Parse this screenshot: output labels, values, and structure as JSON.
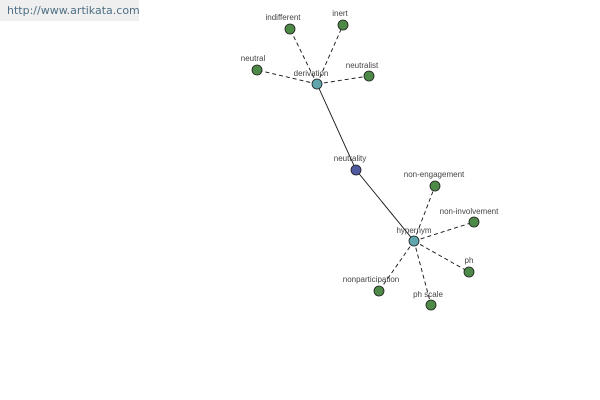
{
  "watermark": "http://www.artikata.com",
  "graph": {
    "colors": {
      "root": "#505aa0",
      "hub": "#62a6ad",
      "leaf": "#4e8a47",
      "edge": "#111111",
      "stroke": "#1d1d1d"
    },
    "nodes": [
      {
        "id": "neutrality",
        "label": "neutrality",
        "kind": "root"
      },
      {
        "id": "derivation",
        "label": "derivation",
        "kind": "hub"
      },
      {
        "id": "hypernym",
        "label": "hypernym",
        "kind": "hub"
      },
      {
        "id": "indifferent",
        "label": "indifferent",
        "kind": "leaf"
      },
      {
        "id": "inert",
        "label": "inert",
        "kind": "leaf"
      },
      {
        "id": "neutral",
        "label": "neutral",
        "kind": "leaf"
      },
      {
        "id": "neutralist",
        "label": "neutralist",
        "kind": "leaf"
      },
      {
        "id": "non-engagement",
        "label": "non-engagement",
        "kind": "leaf"
      },
      {
        "id": "non-involvement",
        "label": "non-involvement",
        "kind": "leaf"
      },
      {
        "id": "ph",
        "label": "ph",
        "kind": "leaf"
      },
      {
        "id": "ph-scale",
        "label": "ph scale",
        "kind": "leaf"
      },
      {
        "id": "nonparticipation",
        "label": "nonparticipation",
        "kind": "leaf"
      }
    ],
    "edges": [
      {
        "from": "neutrality",
        "to": "derivation",
        "style": "solid"
      },
      {
        "from": "neutrality",
        "to": "hypernym",
        "style": "solid"
      },
      {
        "from": "derivation",
        "to": "indifferent",
        "style": "dashed"
      },
      {
        "from": "derivation",
        "to": "inert",
        "style": "dashed"
      },
      {
        "from": "derivation",
        "to": "neutral",
        "style": "dashed"
      },
      {
        "from": "derivation",
        "to": "neutralist",
        "style": "dashed"
      },
      {
        "from": "hypernym",
        "to": "non-engagement",
        "style": "dashed"
      },
      {
        "from": "hypernym",
        "to": "non-involvement",
        "style": "dashed"
      },
      {
        "from": "hypernym",
        "to": "ph",
        "style": "dashed"
      },
      {
        "from": "hypernym",
        "to": "ph-scale",
        "style": "dashed"
      },
      {
        "from": "hypernym",
        "to": "nonparticipation",
        "style": "dashed"
      }
    ]
  }
}
